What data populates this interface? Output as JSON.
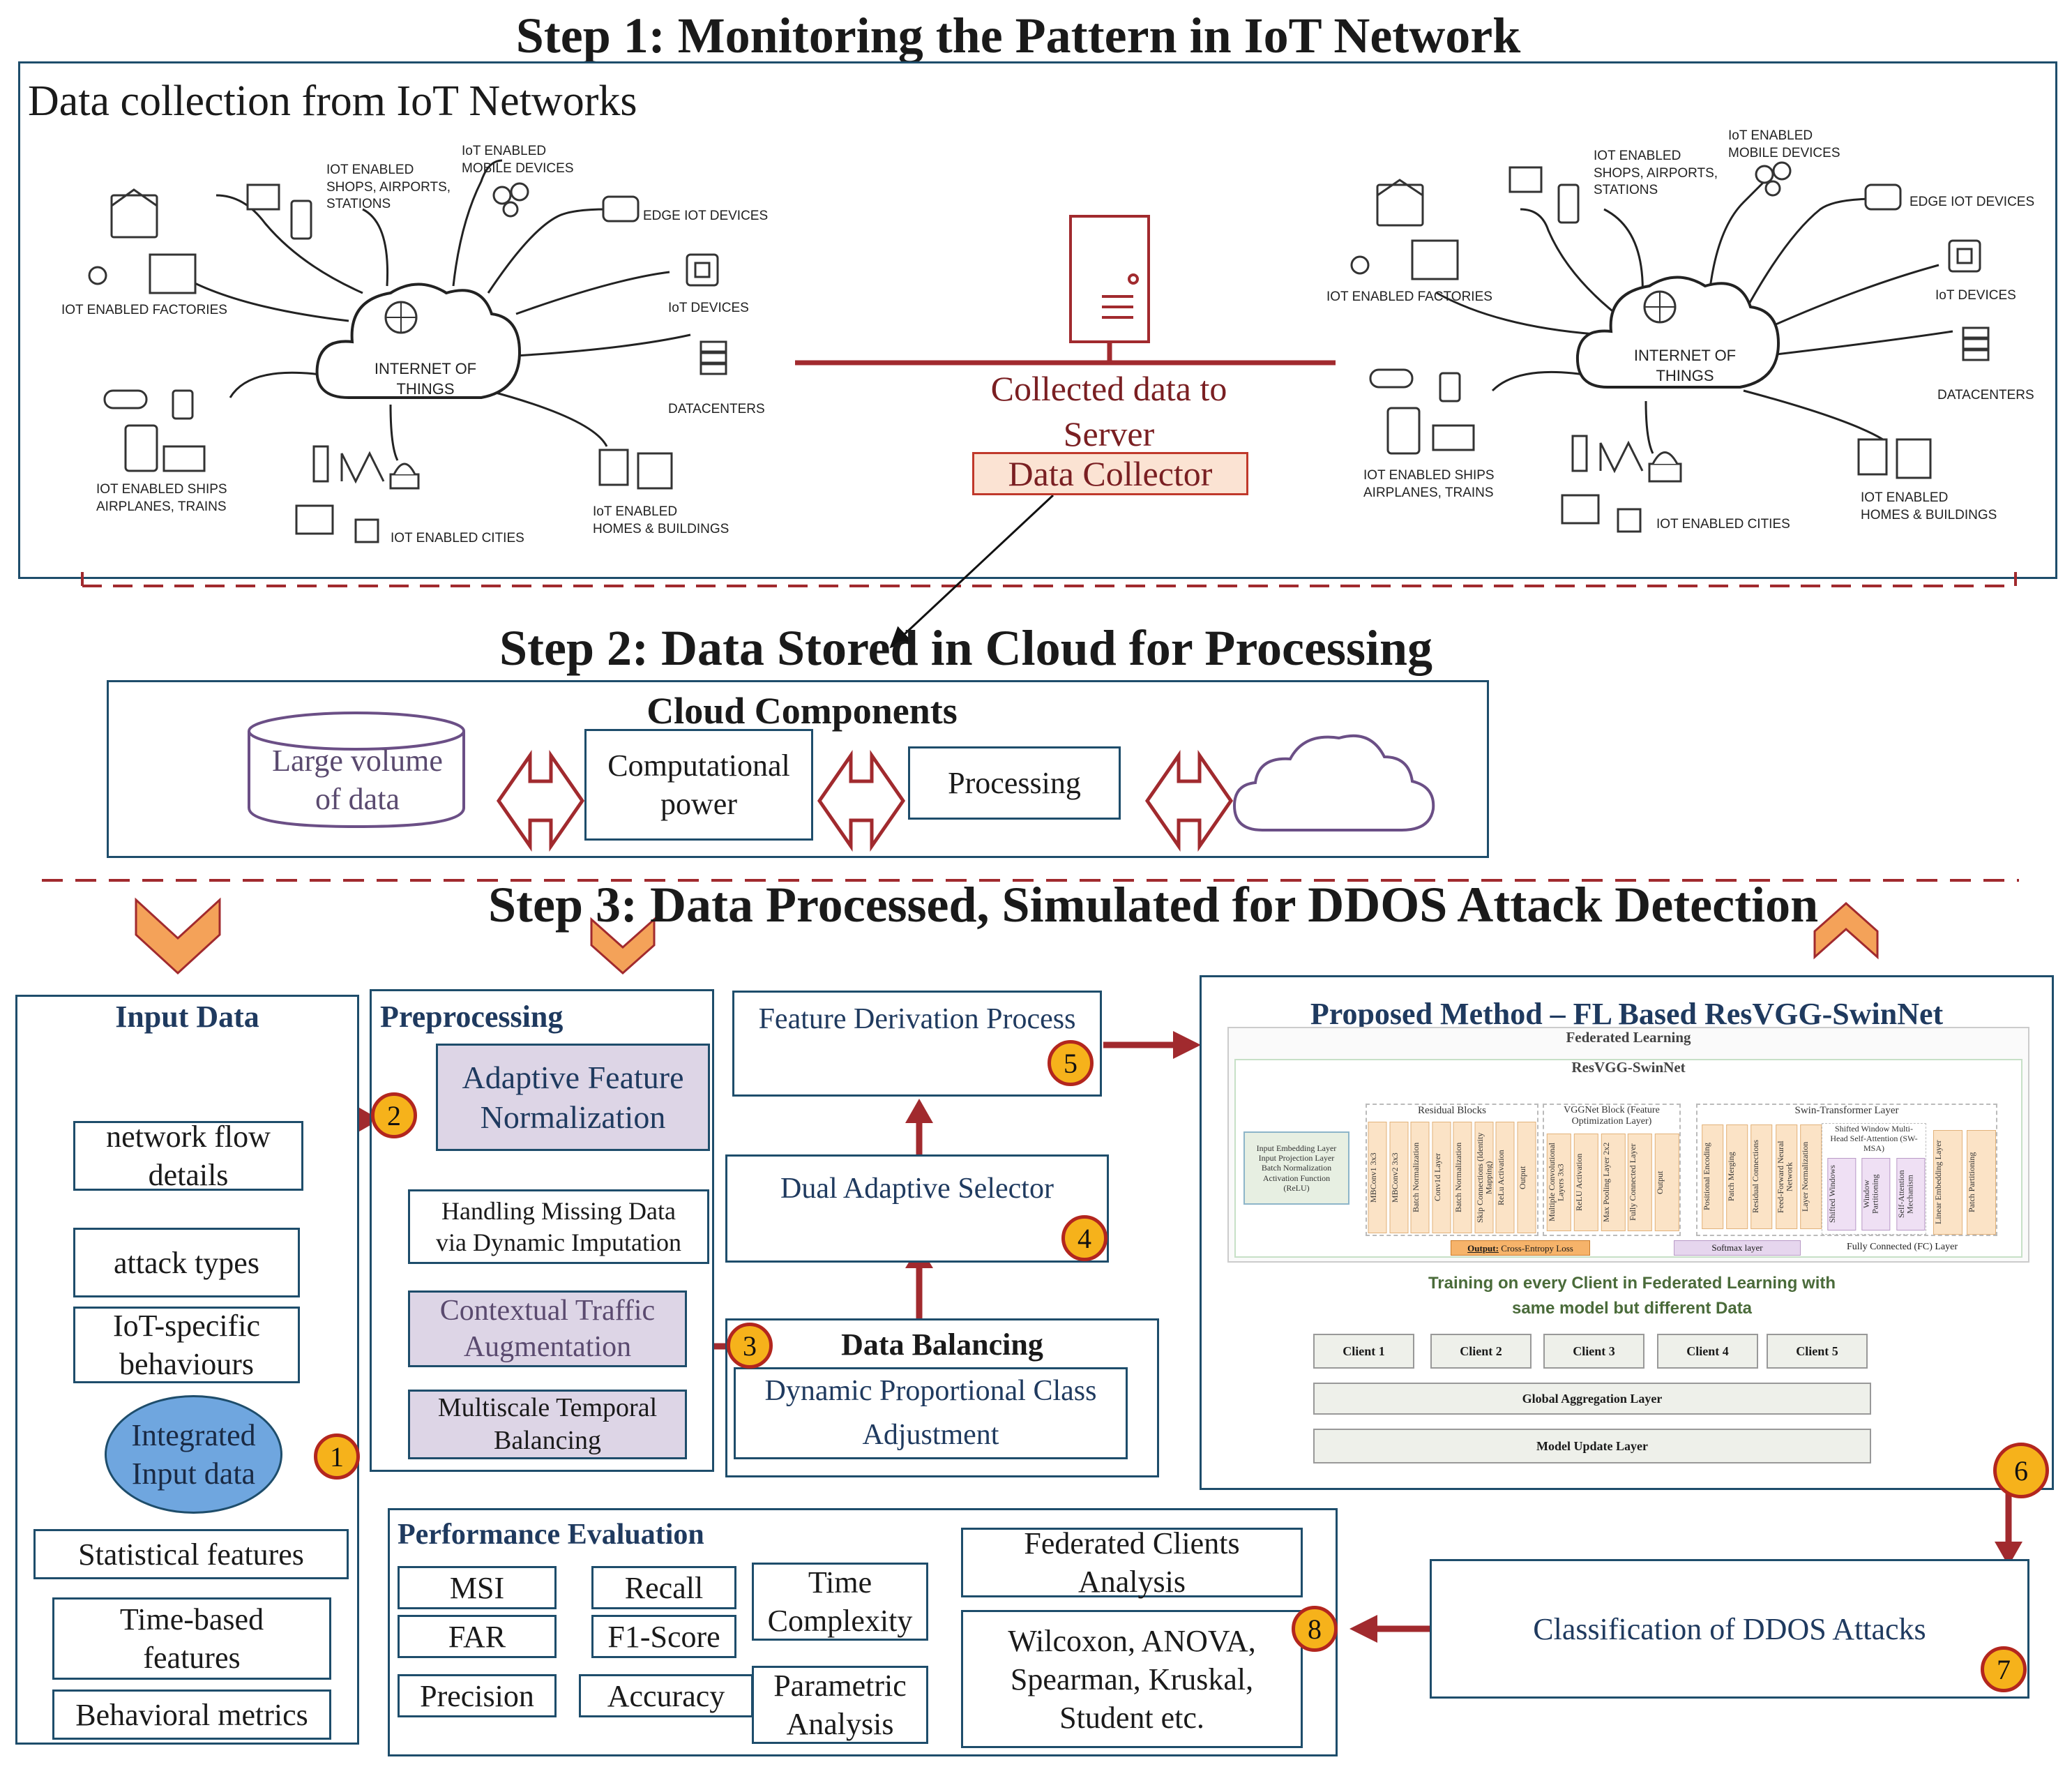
{
  "step1": {
    "title": "Step 1: Monitoring the Pattern in IoT Network",
    "panel_title": "Data collection from IoT Networks"
  },
  "iot_left": {
    "cloud": "INTERNET OF\nTHINGS",
    "labels": {
      "shops": "IOT ENABLED\nSHOPS, AIRPORTS,\nSTATIONS",
      "mobile": "IoT ENABLED\nMOBILE DEVICES",
      "edge": "EDGE IOT DEVICES",
      "factories": "IOT ENABLED FACTORIES",
      "devices": "IoT DEVICES",
      "datacenters": "DATACENTERS",
      "ships": "IOT ENABLED SHIPS\nAIRPLANES, TRAINS",
      "cities": "IOT ENABLED CITIES",
      "homes": "IoT ENABLED\nHOMES & BUILDINGS"
    }
  },
  "iot_right": {
    "cloud": "INTERNET OF\nTHINGS",
    "labels": {
      "shops": "IOT ENABLED\nSHOPS, AIRPORTS,\nSTATIONS",
      "mobile": "IoT ENABLED\nMOBILE DEVICES",
      "edge": "EDGE IOT DEVICES",
      "factories": "IOT ENABLED FACTORIES",
      "devices": "IoT DEVICES",
      "datacenters": "DATACENTERS",
      "ships": "IOT ENABLED SHIPS\nAIRPLANES, TRAINS",
      "cities": "IOT ENABLED CITIES",
      "homes": "IOT ENABLED\nHOMES & BUILDINGS"
    }
  },
  "server": {
    "caption": "Collected data to\nServer",
    "collector": "Data Collector"
  },
  "step2": {
    "title": "Step 2: Data Stored in Cloud for Processing",
    "panel_title": "Cloud Components",
    "storage": "Large volume\nof data",
    "compute": "Computational\npower",
    "processing": "Processing"
  },
  "step3": {
    "title": "Step 3: Data Processed, Simulated for DDOS Attack Detection"
  },
  "input": {
    "title": "Input Data",
    "network_flow": "network flow\ndetails",
    "attack_types": "attack types",
    "iot_behaviours": "IoT-specific\nbehaviours",
    "integrated": "Integrated\nInput data",
    "statistical": "Statistical features",
    "time_based": "Time-based\nfeatures",
    "behavioral": "Behavioral metrics"
  },
  "preprocessing": {
    "title": "Preprocessing",
    "afn": "Adaptive Feature\nNormalization",
    "missing": "Handling Missing Data\nvia Dynamic Imputation",
    "contextual": "Contextual Traffic\nAugmentation",
    "multiscale": "Multiscale Temporal\nBalancing"
  },
  "feature": {
    "derivation": "Feature Derivation Process",
    "selector": "Dual Adaptive Selector"
  },
  "balancing": {
    "title": "Data Balancing",
    "item": "Dynamic Proportional Class\nAdjustment"
  },
  "proposed": {
    "title": "Proposed Method – FL Based ResVGG-SwinNet",
    "fl": "Federated Learning",
    "model": "ResVGG-SwinNet",
    "input_layer": "Input Embedding Layer\nInput Projection Layer\nBatch Normalization\nActivation Function\n(ReLU)",
    "residual_title": "Residual Blocks",
    "residual_layers": [
      "MBConv1 3x3",
      "MBConv2 3x3",
      "Batch Normalization",
      "Conv1d Layer",
      "Batch Normalization",
      "Skip Connections (Identity Mapping)",
      "ReLu Activation",
      "Output"
    ],
    "vgg_title": "VGGNet Block (Feature\nOptimization Layer)",
    "vgg_layers": [
      "Multiple Convolutional Layers 3x3",
      "ReLU Activation",
      "Max Pooling Layer 2x2",
      "Fully Connected Layer",
      "Output"
    ],
    "swin_title": "Swin-Transformer Layer",
    "swin_layers": [
      "Positional Encoding",
      "Patch Merging",
      "Residual Connections",
      "Feed-Forward Neural Network",
      "Layer Normalization"
    ],
    "msa_title": "Shifted Window Multi-\nHead Self-Attention (SW-\nMSA)",
    "msa_layers": [
      "Shifted Windows",
      "Window Partitioning",
      "Self-Attention Mechanism"
    ],
    "tail_layers": [
      "Linear Embedding Layer",
      "Patch Partitioning"
    ],
    "output_label": "Output:",
    "output_value": "Cross-Entropy Loss",
    "softmax": "Softmax layer",
    "fc": "Fully Connected (FC) Layer",
    "training": "Training on every Client in Federated Learning with\nsame model but different Data",
    "clients": [
      "Client 1",
      "Client 2",
      "Client 3",
      "Client 4",
      "Client 5"
    ],
    "global": "Global Aggregation Layer",
    "update": "Model Update Layer"
  },
  "performance": {
    "title": "Performance Evaluation",
    "metrics": [
      "MSI",
      "Recall",
      "FAR",
      "F1-Score",
      "Precision",
      "Accuracy"
    ],
    "time": "Time\nComplexity",
    "parametric": "Parametric\nAnalysis",
    "federated": "Federated Clients\nAnalysis",
    "tests": "Wilcoxon, ANOVA,\nSpearman, Kruskal,\nStudent etc."
  },
  "classification": "Classification of DDOS Attacks",
  "steps": [
    "1",
    "2",
    "3",
    "4",
    "5",
    "6",
    "7",
    "8"
  ],
  "colors": {
    "arrow_red": "#a12a2e",
    "navy": "#1e4d6b",
    "purple_fill": "#ddd5e6",
    "badge": "#f6b21b",
    "chevron": "#f4a259",
    "collector_fill": "#fbe3d3",
    "mauve": "#6b4f86"
  }
}
